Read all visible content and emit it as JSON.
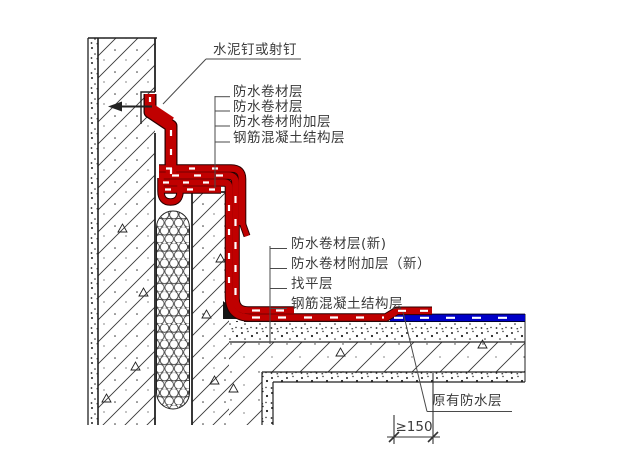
{
  "drawing": {
    "labels": {
      "nail": "水泥钉或射钉",
      "wall_group": [
        "防水卷材层",
        "防水卷材层",
        "防水卷材附加层",
        "钢筋混凝土结构层"
      ],
      "roof_group": [
        "防水卷材层(新)",
        "防水卷材附加层（新）",
        "找平层",
        "钢筋混凝土结构层"
      ],
      "existing": "原有防水层",
      "dimension": "≥150"
    },
    "colors": {
      "new_membrane": "#c00000",
      "existing_membrane": "#0000c8",
      "line": "#222222",
      "background": "#ffffff"
    }
  }
}
